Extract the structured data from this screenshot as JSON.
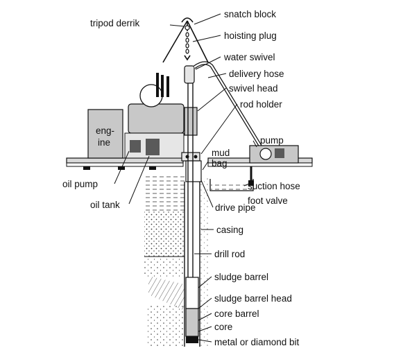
{
  "diagram": {
    "labels": {
      "tripod_derrik": "tripod derrik",
      "snatch_block": "snatch block",
      "hoisting_plug": "hoisting plug",
      "water_swivel": "water swivel",
      "delivery_hose": "delivery hose",
      "swivel_head": "swivel head",
      "rod_holder": "rod holder",
      "engine_1": "eng-",
      "engine_2": "ine",
      "pump": "pump",
      "mud": "mud",
      "bag": "bag",
      "oil_pump": "oil pump",
      "oil_tank": "oil tank",
      "suction_hose": "suction hose",
      "foot_valve": "foot valve",
      "drive_pipe": "drive pipe",
      "casing": "casing",
      "drill_rod": "drill rod",
      "sludge_barrel": "sludge barrel",
      "sludge_barrel_head": "sludge barrel head",
      "core_barrel": "core barrel",
      "core": "core",
      "bit": "metal or diamond bit"
    },
    "colors": {
      "ink": "#111111",
      "machine_gray": "#c8c8c8",
      "dark_gray": "#5a5a5a",
      "platform": "#d9d9d9"
    }
  }
}
